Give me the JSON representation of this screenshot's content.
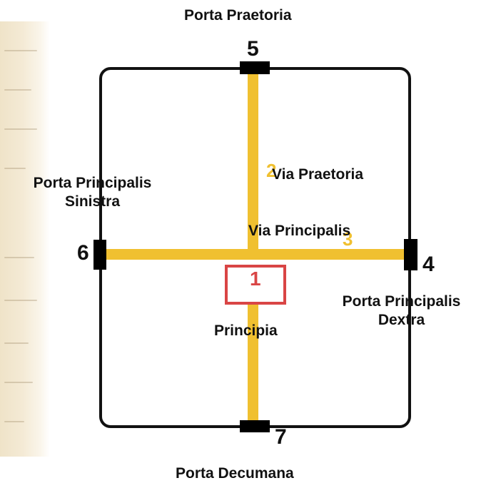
{
  "colors": {
    "road": "#f0c030",
    "wall": "#111111",
    "gate": "#000000",
    "principia_border": "#d94545",
    "parchment": "#f2e6cc"
  },
  "gates": {
    "north": {
      "number": "5",
      "label": "Porta Praetoria"
    },
    "east": {
      "number": "4",
      "label_line1": "Porta Principalis",
      "label_line2": "Dextra"
    },
    "south": {
      "number": "7",
      "label": "Porta Decumana"
    },
    "west": {
      "number": "6",
      "label_line1": "Porta Principalis",
      "label_line2": "Sinistra"
    }
  },
  "roads": {
    "via_praetoria": {
      "number": "2",
      "label": "Via Praetoria"
    },
    "via_principalis": {
      "number": "3",
      "label": "Via Principalis"
    }
  },
  "principia": {
    "number": "1",
    "label": "Principia"
  }
}
